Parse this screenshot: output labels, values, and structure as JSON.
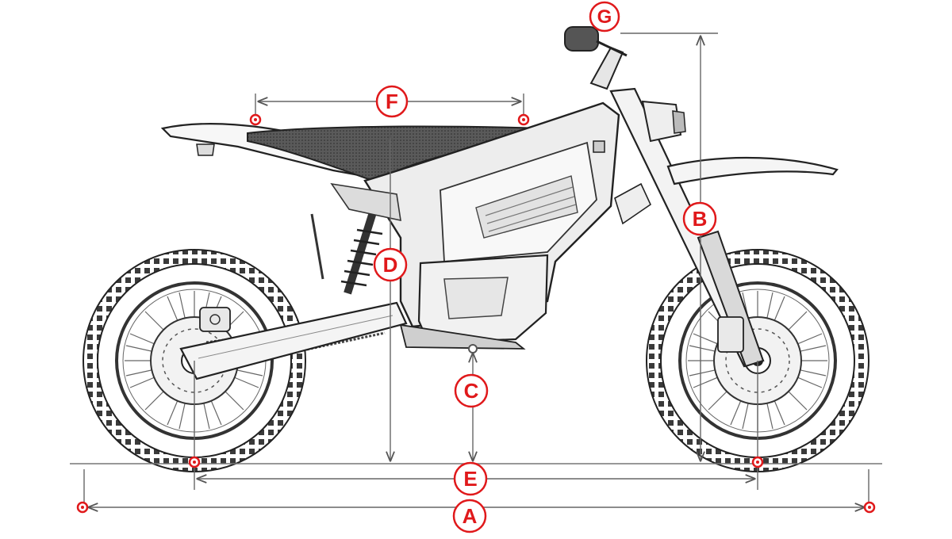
{
  "labels": {
    "a": "A",
    "b": "B",
    "c": "C",
    "d": "D",
    "e": "E",
    "f": "F",
    "g": "G"
  },
  "colors": {
    "accent": "#e0191b",
    "line": "#2a2a2a",
    "dim": "#8a8a8a",
    "paper": "#ffffff"
  }
}
